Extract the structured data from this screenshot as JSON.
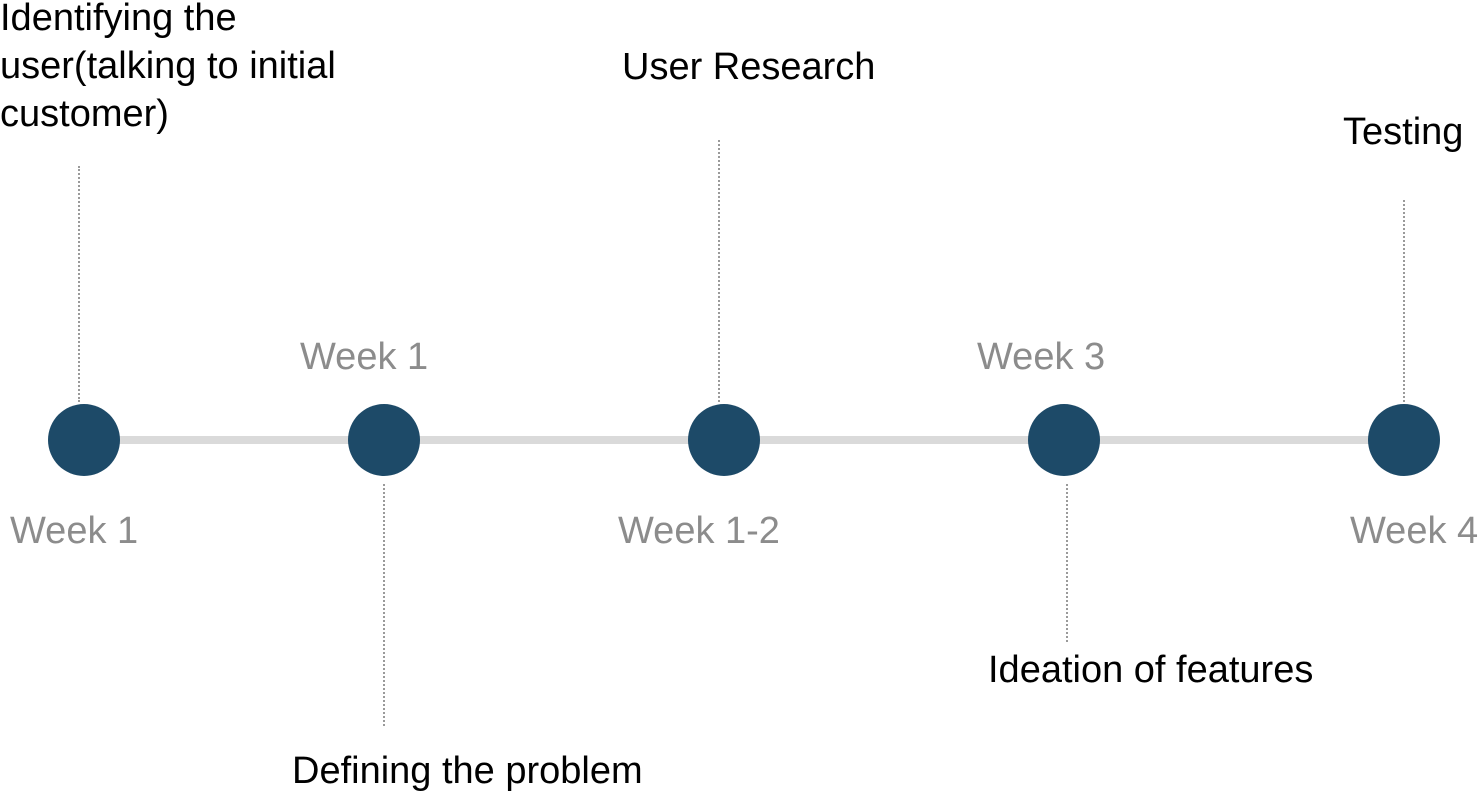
{
  "timeline": {
    "milestones": [
      {
        "week": "Week 1",
        "event_lines": [
          "Identifying the",
          "user(talking to initial",
          "customer)"
        ]
      },
      {
        "week": "Week 1",
        "event_lines": [
          "Defining the problem"
        ]
      },
      {
        "week": "Week 1-2",
        "event_lines": [
          "User Research"
        ]
      },
      {
        "week": "Week 3",
        "event_lines": [
          "Ideation of features"
        ]
      },
      {
        "week": "Week 4",
        "event_lines": [
          "Testing"
        ]
      }
    ],
    "colors": {
      "node": "#1d4a68",
      "track": "#dadada",
      "week_text": "#8c8c8c",
      "stem": "#9a9a9a"
    }
  }
}
